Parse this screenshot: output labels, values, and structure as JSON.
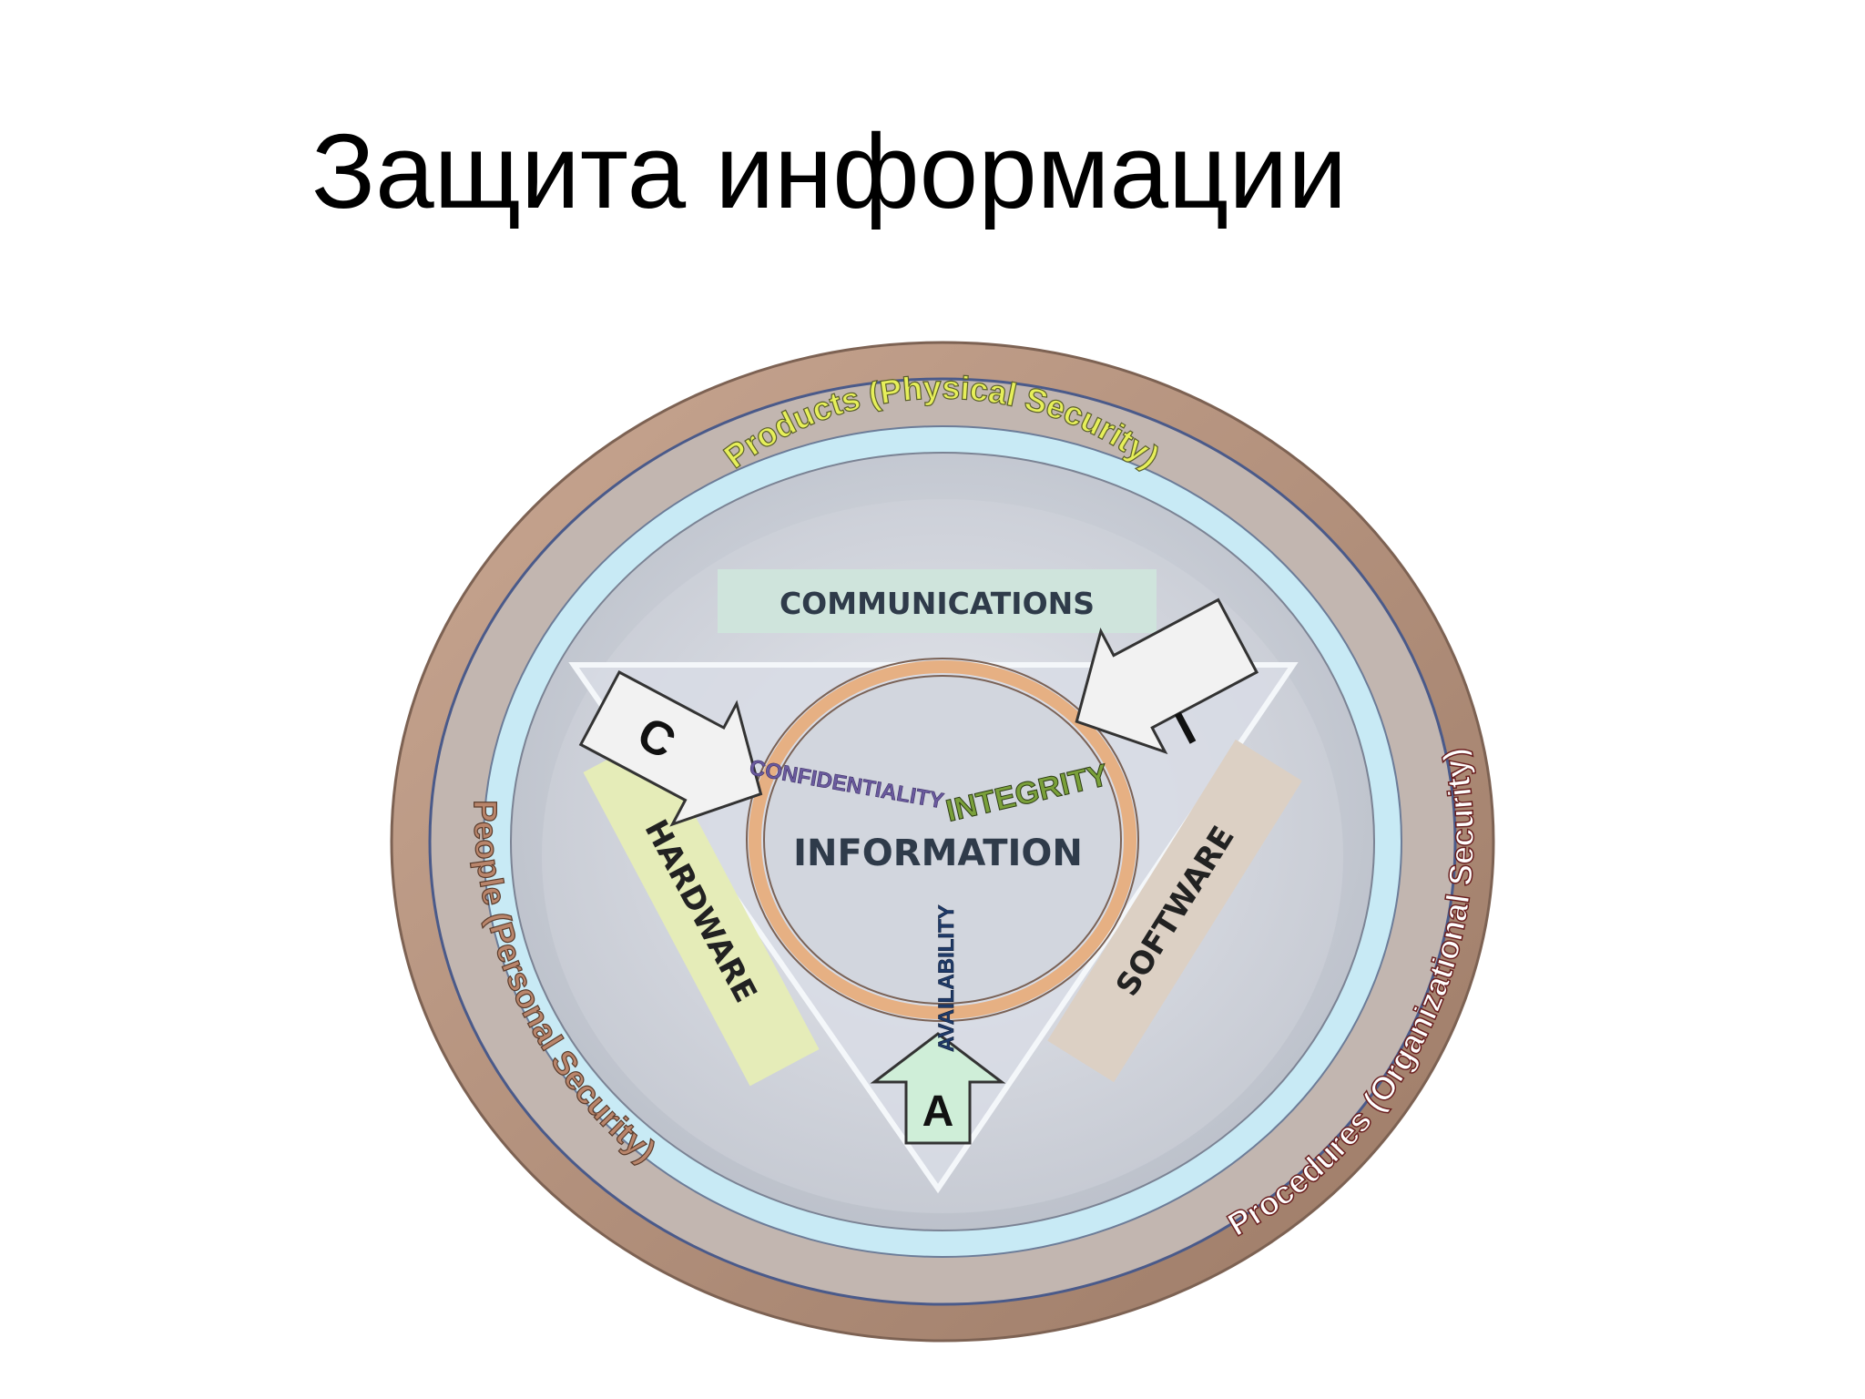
{
  "title": "Защита информации",
  "diagram": {
    "rings": {
      "products": "Products (Physical Security)",
      "people": "People (Personal Security)",
      "procedures": "Procedures (Organizational Security)"
    },
    "components": {
      "communications": "COMMUNICATIONS",
      "hardware": "HARDWARE",
      "software": "SOFTWARE",
      "information": "INFORMATION"
    },
    "arrows": {
      "c": "C",
      "i": "I",
      "a": "A"
    },
    "properties": {
      "confidentiality": "CONFIDENTIALITY",
      "integrity": "INTEGRITY",
      "availability": "AVAILABILITY"
    },
    "colors": {
      "outer_ring": "#b48f78",
      "inner_band": "#bdb1ac",
      "light_blue_ring": "#c8eaf5",
      "disc": "#cdd2da",
      "triangle": "#d8dce5",
      "communications_box": "#cfe4dc",
      "hardware_box": "#e5ecb8",
      "software_box": "#dcd0c4",
      "info_ring": "#e6b083",
      "products_text": "#e6ef5a",
      "people_text": "#b9856b",
      "procedures_text": "#ffffff",
      "confidentiality_text": "#6a5a9e",
      "integrity_text": "#7aa03a",
      "availability_text": "#1f3b6a"
    }
  }
}
